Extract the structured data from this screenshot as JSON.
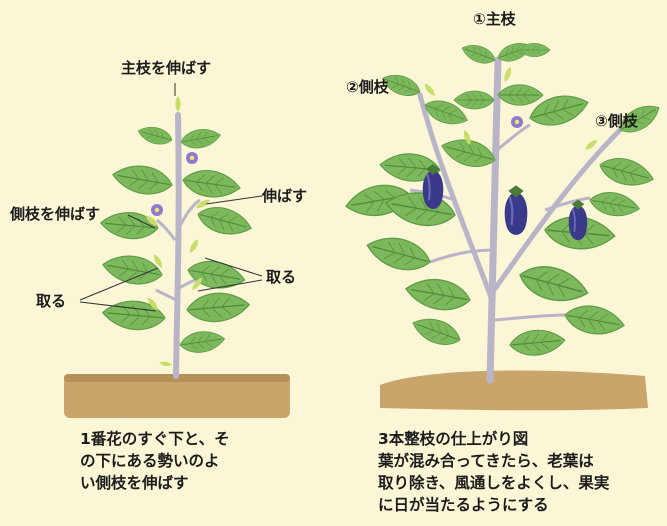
{
  "left_plant": {
    "labels": {
      "top": "主枝を伸ばす",
      "extend": "伸ばす",
      "side_extend": "側枝を伸ばす",
      "remove_right": "取る",
      "remove_left": "取る"
    },
    "caption_lines": [
      "1番花のすぐ下と、そ",
      "の下にある勢いのよ",
      "い側枝を伸ばす"
    ]
  },
  "right_plant": {
    "labels": {
      "main": "①主枝",
      "side2": "②側枝",
      "side3": "③側枝"
    },
    "caption_lines": [
      "3本整枝の仕上がり図",
      "葉が混み合ってきたら、老葉は",
      "取り除き、風通しをよくし、果実",
      "に日が当たるようにする"
    ]
  },
  "colors": {
    "background": "#fbf6d6",
    "soil": "#c9a46b",
    "leaf": "#79b55a",
    "leaf_vein": "#4f8a3a",
    "stem": "#b9b4c8",
    "eggplant": "#3b3a8a",
    "text": "#1c1c1c"
  }
}
